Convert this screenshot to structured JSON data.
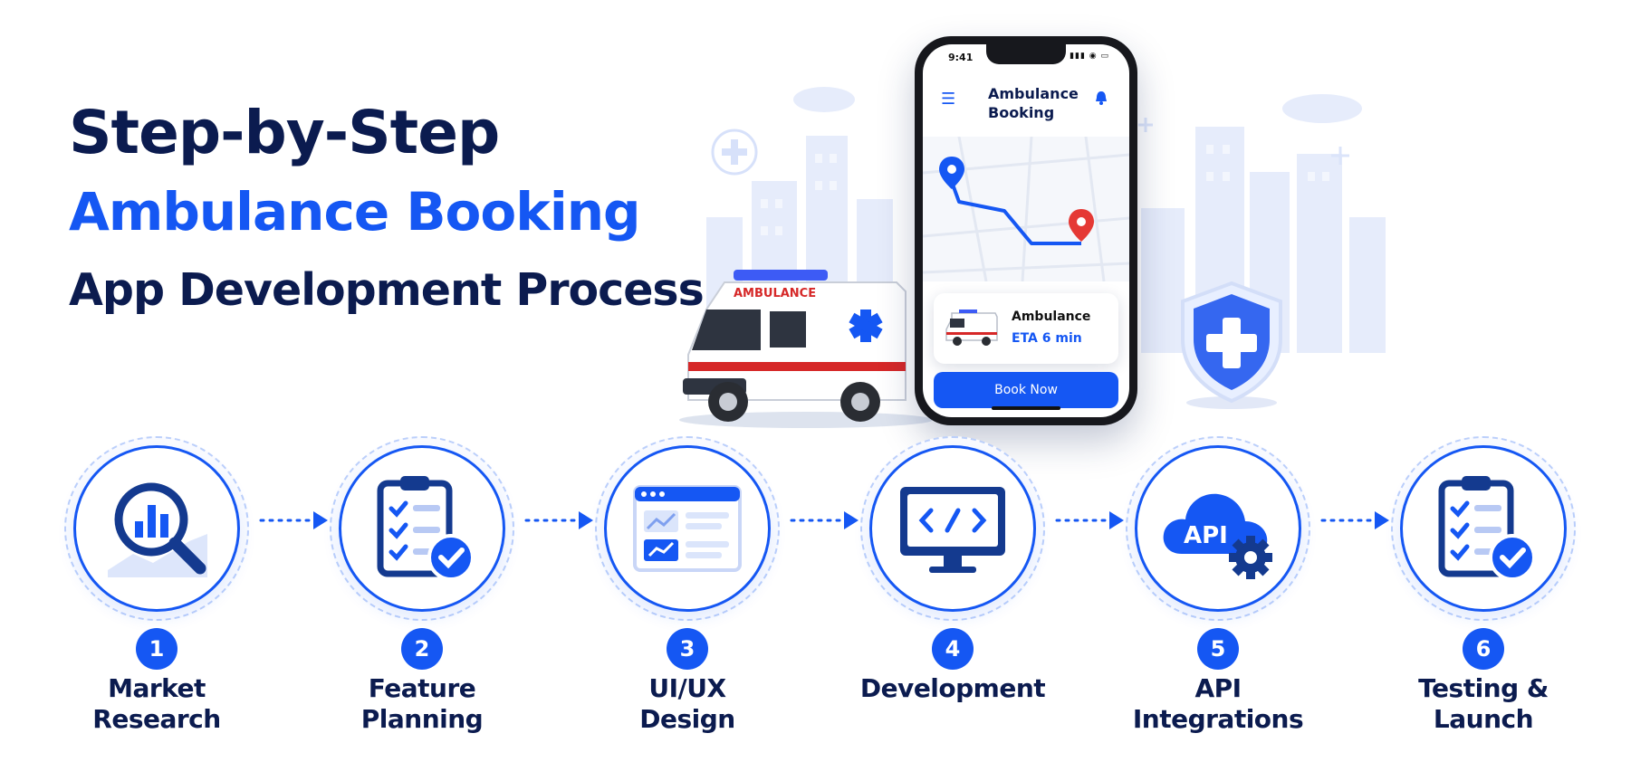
{
  "title": {
    "line1": "Step-by-Step",
    "line2": "Ambulance Booking",
    "line3": "App Development Process"
  },
  "phone": {
    "status_time": "9:41",
    "app_title_line1": "Ambulance",
    "app_title_line2": "Booking",
    "card_title": "Ambulance",
    "card_eta": "ETA 6 min",
    "book_button": "Book Now",
    "icons": [
      "menu-icon",
      "bell-icon",
      "pickup-pin-icon",
      "destination-pin-icon"
    ]
  },
  "ambulance_decal": "AMBULANCE",
  "colors": {
    "navy": "#0b1b4f",
    "brand_blue": "#1557f3",
    "pin_red": "#e53935",
    "ambulance_red": "#d62828"
  },
  "steps": [
    {
      "number": "1",
      "label_line1": "Market",
      "label_line2": "Research",
      "icon": "market-research-icon"
    },
    {
      "number": "2",
      "label_line1": "Feature",
      "label_line2": "Planning",
      "icon": "checklist-icon"
    },
    {
      "number": "3",
      "label_line1": "UI/UX",
      "label_line2": "Design",
      "icon": "wireframe-icon"
    },
    {
      "number": "4",
      "label_line1": "Development",
      "label_line2": "",
      "icon": "code-monitor-icon"
    },
    {
      "number": "5",
      "label_line1": "API",
      "label_line2": "Integrations",
      "icon": "api-cloud-icon",
      "icon_text": "API"
    },
    {
      "number": "6",
      "label_line1": "Testing &",
      "label_line2": "Launch",
      "icon": "clipboard-check-icon"
    }
  ]
}
